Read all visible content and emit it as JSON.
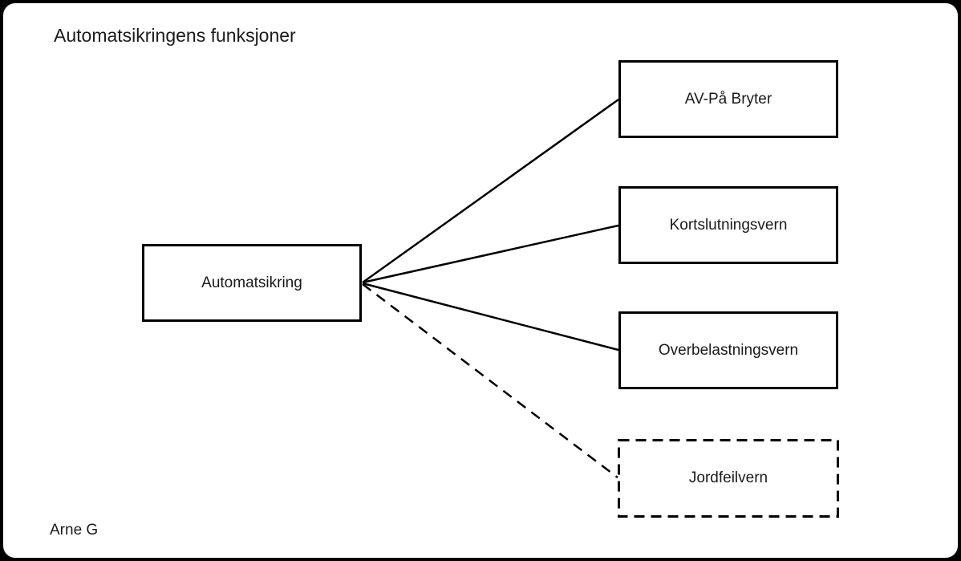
{
  "frame": {
    "background_color": "#000000",
    "canvas_color": "#ffffff",
    "line_color": "#000000",
    "text_color": "#1a1a1a"
  },
  "diagram": {
    "title": "Automatsikringens funksjoner",
    "author": "Arne G",
    "center_node": {
      "label": "Automatsikring",
      "style": "solid"
    },
    "function_nodes": [
      {
        "label": "AV-På Bryter",
        "style": "solid"
      },
      {
        "label": "Kortslutningsvern",
        "style": "solid"
      },
      {
        "label": "Overbelastningsvern",
        "style": "solid"
      },
      {
        "label": "Jordfeilvern",
        "style": "dashed"
      }
    ],
    "connectors": [
      {
        "from": "Automatsikring",
        "to": "AV-På Bryter",
        "style": "solid"
      },
      {
        "from": "Automatsikring",
        "to": "Kortslutningsvern",
        "style": "solid"
      },
      {
        "from": "Automatsikring",
        "to": "Overbelastningsvern",
        "style": "solid"
      },
      {
        "from": "Automatsikring",
        "to": "Jordfeilvern",
        "style": "dashed"
      }
    ]
  }
}
